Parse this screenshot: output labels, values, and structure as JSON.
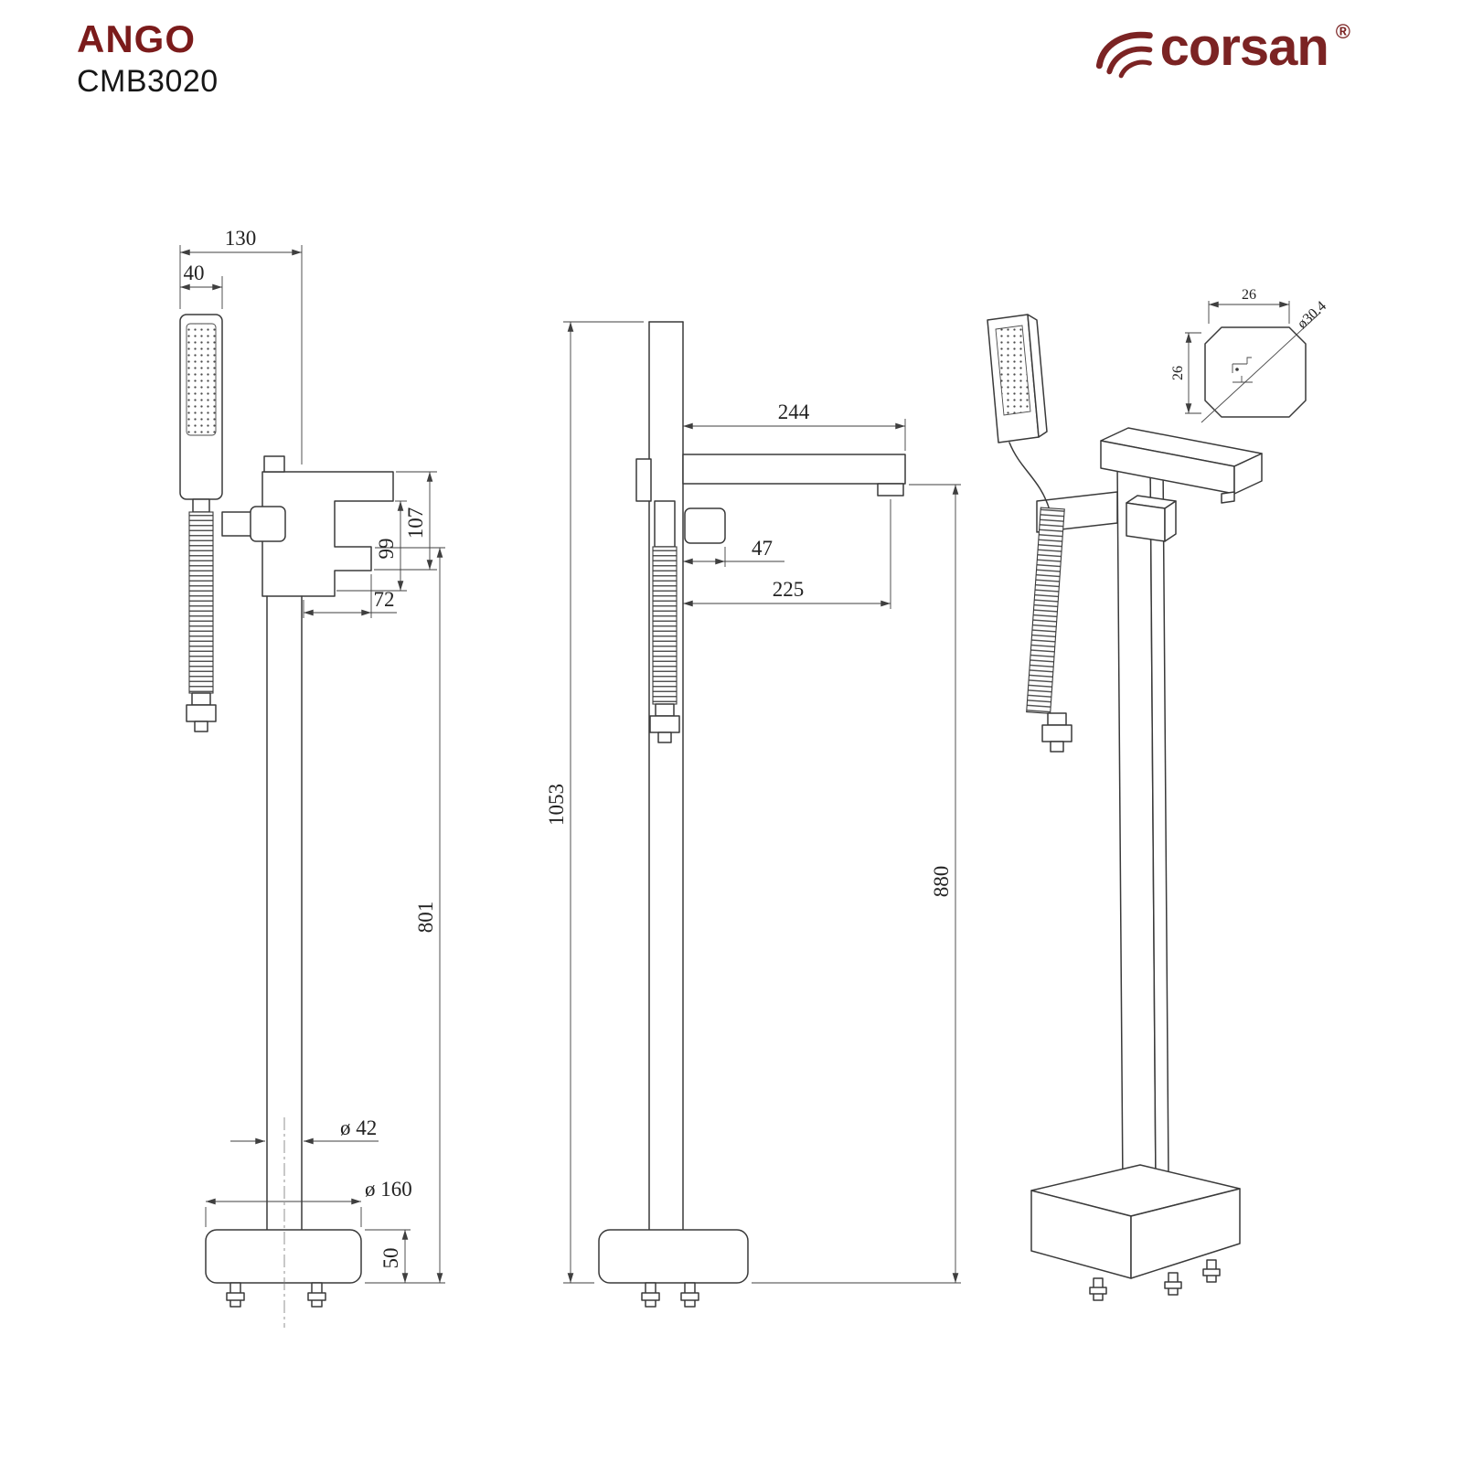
{
  "header": {
    "product_name": "ANGO",
    "product_code": "CMB3020",
    "brand": "corsan",
    "registered_mark": "®",
    "brand_color": "#7b2323",
    "product_name_color": "#7b1b1b"
  },
  "dimensions": {
    "front": {
      "handset_offset": "130",
      "handset_width": "40",
      "spout_block_height": "107",
      "body_height": "99",
      "body_projection": "72",
      "column_height": "801",
      "column_diameter": "ø 42",
      "base_diameter": "ø 160",
      "base_height": "50"
    },
    "side": {
      "spout_reach": "244",
      "handle_projection": "47",
      "spout_center_reach": "225",
      "total_height": "1053",
      "spout_height": "880"
    },
    "detail": {
      "section_width": "26",
      "section_height": "26",
      "section_diagonal": "ø30.4"
    }
  },
  "drawing": {
    "line_color": "#3a3a3a"
  }
}
